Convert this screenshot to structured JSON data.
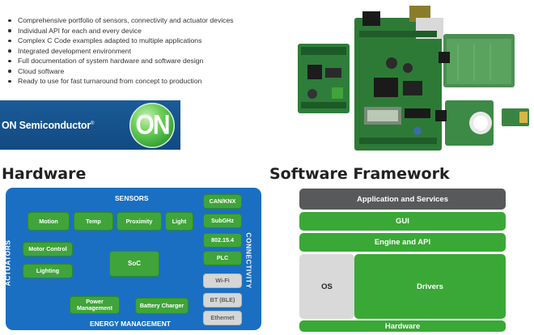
{
  "features": [
    "Comprehensive portfolio of sensors, connectivity and actuator devices",
    "Individual API for each and every device",
    "Complex C Code examples adapted to multiple applications",
    "Integrated development environment",
    "Full documentation of system hardware and software design",
    "Cloud software",
    "Ready to use for fast turnaround from concept to production"
  ],
  "logo": {
    "company": "ON Semiconductor",
    "registered": "®",
    "mark": "ON"
  },
  "hardware": {
    "title": "Hardware",
    "sensors_label": "SENSORS",
    "sensors": [
      "Motion",
      "Temp",
      "Proximity",
      "Light"
    ],
    "actuators_label": "ACTUATORS",
    "actuators": [
      "Motor Control",
      "Lighting"
    ],
    "soc": "SoC",
    "connectivity_label": "CONNECTIVITY",
    "connectivity": [
      "CAN/KNX",
      "SubGHz",
      "802.15.4",
      "PLC",
      "Wi-Fi",
      "BT (BLE)",
      "Ethernet"
    ],
    "energy_label": "ENERGY MANAGEMENT",
    "power_management": "Power\nManagement",
    "battery_charger": "Battery Charger"
  },
  "software": {
    "title": "Software Framework",
    "application": "Application and Services",
    "gui": "GUI",
    "engine": "Engine and API",
    "os": "OS",
    "drivers": "Drivers",
    "hardware": "Hardware"
  },
  "colors": {
    "panel_blue": "#1a6fc2",
    "block_green": "#3fa43a",
    "sw_green": "#3aa836",
    "sw_dark": "#58595b",
    "disabled_grey": "#d6d6d6",
    "logo_blue": "#1a5b98"
  }
}
